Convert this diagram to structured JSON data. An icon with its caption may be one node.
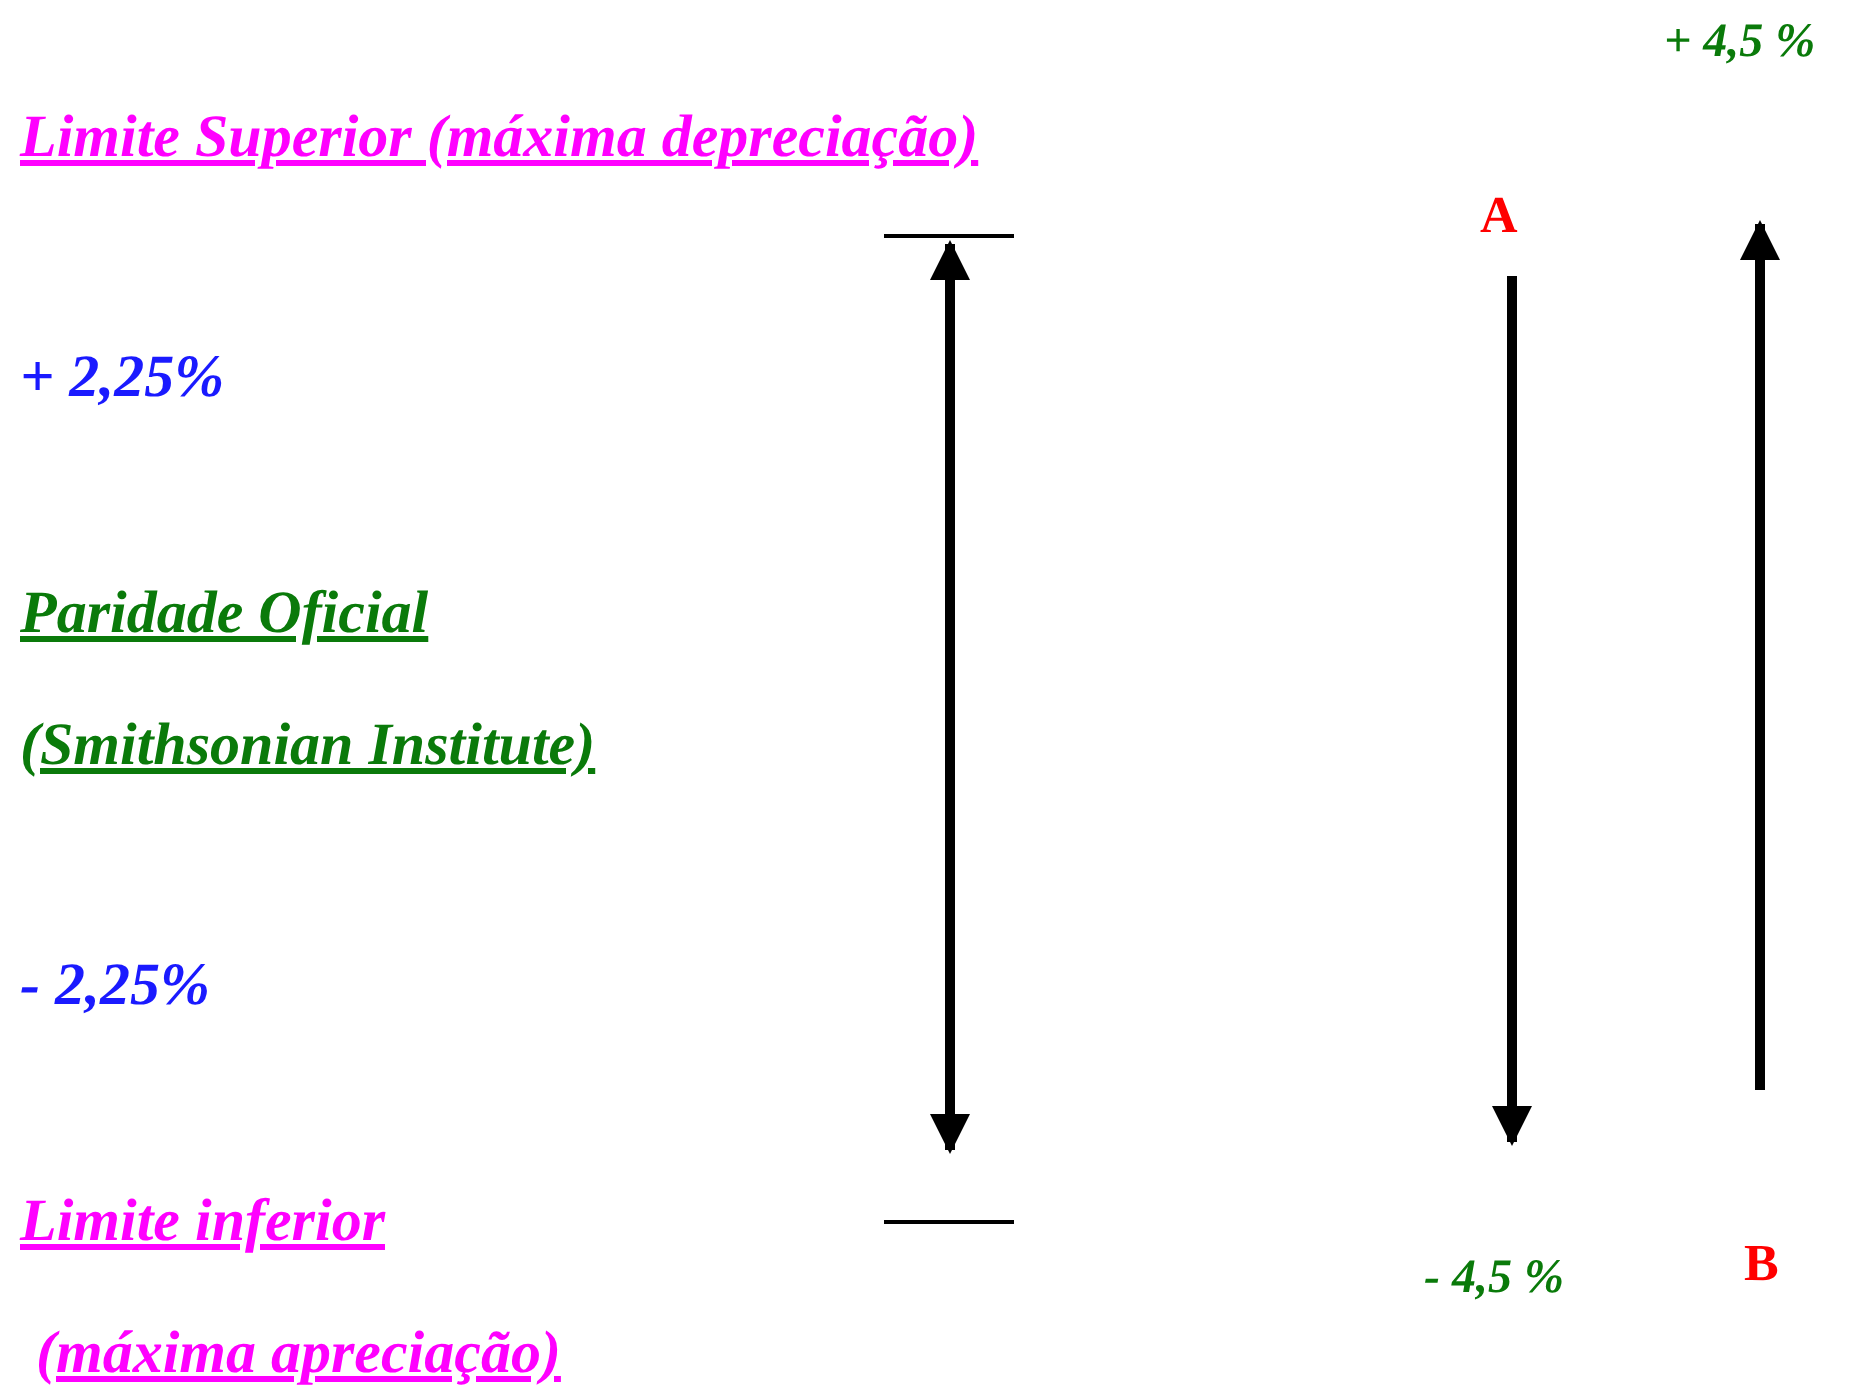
{
  "diagram": {
    "labels": [
      "+ 4,5 %",
      "Limite Superior (máxima depreciação)",
      "A",
      "+ 2,25%",
      "Paridade Oficial",
      "(Smithsonian Institute)",
      "- 2,25%",
      "Limite inferior",
      "B",
      "- 4,5 %",
      "(máxima apreciação)"
    ]
  }
}
